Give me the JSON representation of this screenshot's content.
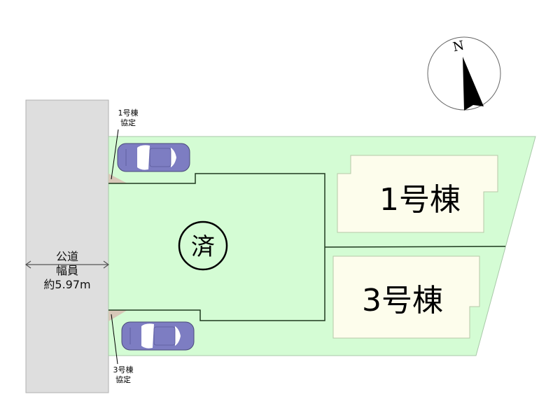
{
  "compass": {
    "label": "N",
    "icon": "north-arrow-icon"
  },
  "road": {
    "line1": "公道",
    "line2": "幅員",
    "line3": "約5.97m",
    "width_m": 5.97
  },
  "sold_mark": {
    "label": "済"
  },
  "buildings": [
    {
      "label": "1号棟"
    },
    {
      "label": "3号棟"
    }
  ],
  "parking_agreements": [
    {
      "line1": "1号棟",
      "line2": "協定"
    },
    {
      "line1": "3号棟",
      "line2": "協定"
    }
  ],
  "colors": {
    "lot_fill": "#d4fcd4",
    "lot_stroke": "#a8c8a8",
    "building_fill": "#fdfdec",
    "building_stroke": "#b8c8a8",
    "road_fill": "#dedede",
    "road_stroke": "#b0b0b0",
    "car_body": "#7d7dc2",
    "car_stroke": "#4a4a7a",
    "agreement_fill": "#d8c8b8",
    "boundary_line": "#1e3a1e"
  }
}
